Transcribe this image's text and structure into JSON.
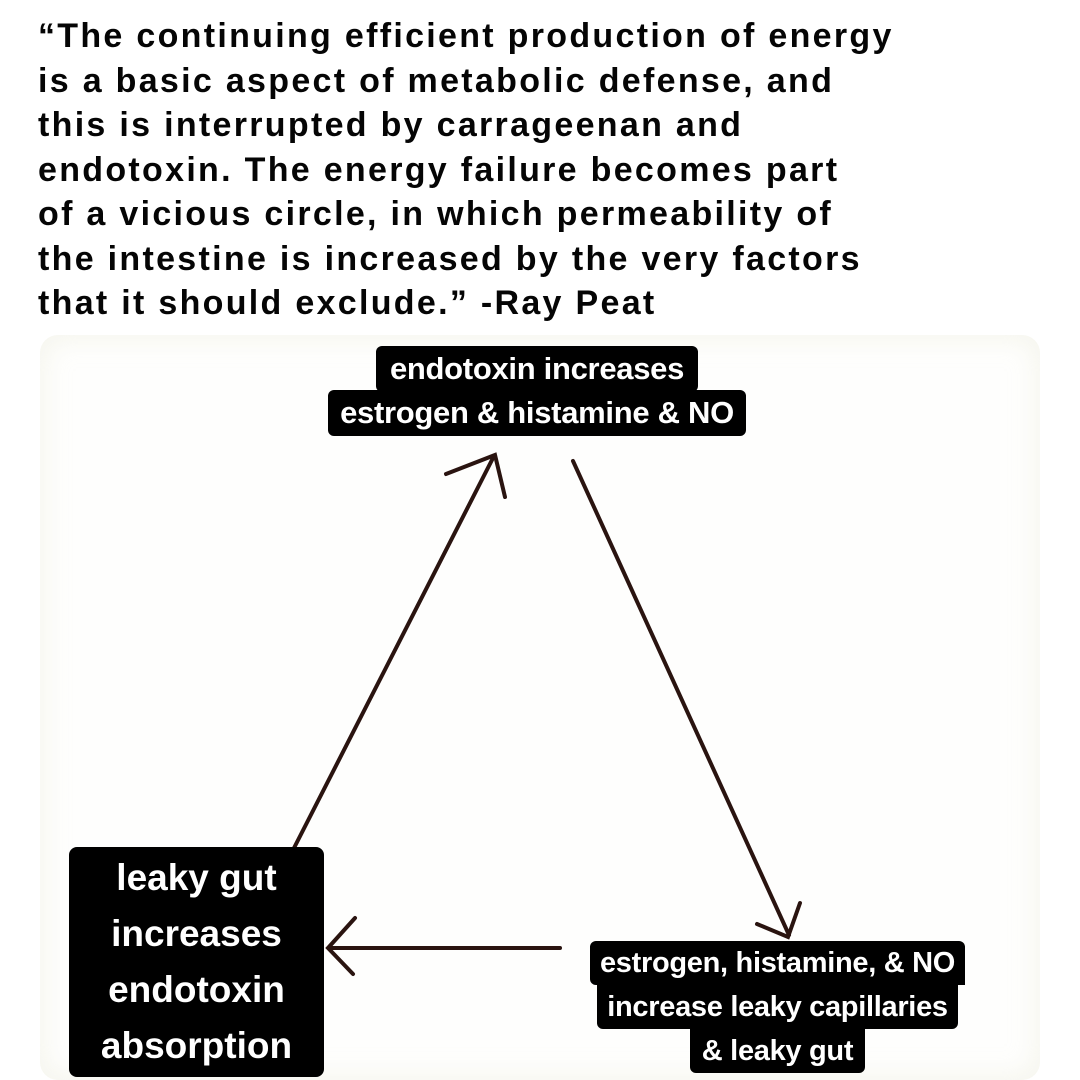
{
  "quote": {
    "lines": [
      "“The continuing efficient production of energy",
      "is a basic aspect of metabolic defense, and",
      "this is interrupted by carrageenan and",
      "endotoxin. The energy failure becomes part",
      "of a vicious circle, in which permeability of",
      "the intestine is increased by the very factors",
      "that it should exclude.” -Ray Peat"
    ],
    "attribution": "Ray Peat"
  },
  "diagram": {
    "type": "cycle",
    "nodes": {
      "top": {
        "lines": [
          "endotoxin increases",
          "estrogen & histamine & NO"
        ]
      },
      "bottom_left": {
        "lines": [
          "leaky gut",
          "increases",
          "endotoxin",
          "absorption"
        ]
      },
      "bottom_right": {
        "lines": [
          "estrogen, histamine, & NO",
          "increase leaky capillaries",
          "& leaky gut"
        ]
      }
    },
    "edges": [
      {
        "from": "bottom_left",
        "to": "top"
      },
      {
        "from": "top",
        "to": "bottom_right"
      },
      {
        "from": "bottom_right",
        "to": "bottom_left"
      }
    ],
    "colors": {
      "arrow": "#2a1410",
      "label_bg": "#000000",
      "label_text": "#ffffff",
      "background": "#fefefd"
    }
  }
}
